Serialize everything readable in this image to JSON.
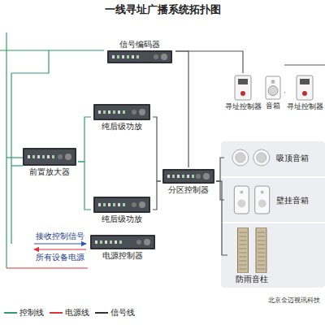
{
  "diagram": {
    "title": "一线寻址广播系统拓扑图",
    "nodes": [
      {
        "text": [
          "信号编码器"
        ]
      },
      {
        "text": [
          "寻址控制器"
        ]
      },
      {
        "text": [
          "音箱"
        ]
      },
      {
        "text": [
          "寻址控制器"
        ]
      },
      {
        "text": [
          "纯后级功放"
        ]
      },
      {
        "text": [
          "前置放大器"
        ]
      },
      {
        "text": [
          "分区控制器"
        ]
      },
      {
        "text": [
          "吸顶音箱"
        ]
      },
      {
        "text": [
          "壁挂音箱"
        ]
      },
      {
        "text": [
          "纯后级功放"
        ]
      },
      {
        "text": [
          "电源控制器"
        ]
      },
      {
        "text": [
          "防雨音柱"
        ]
      }
    ],
    "edges": [
      {
        "from": 0,
        "to": 1,
        "arrow": "none"
      },
      {
        "from": 1,
        "to": 2,
        "arrow": "none"
      },
      {
        "from": 2,
        "to": 3,
        "arrow": "none"
      },
      {
        "from": 0,
        "to": 6,
        "arrow": "none"
      },
      {
        "from": 5,
        "to": 4,
        "arrow": "none"
      },
      {
        "from": 5,
        "to": 9,
        "arrow": "none"
      },
      {
        "from": 4,
        "to": 6,
        "arrow": "none"
      },
      {
        "from": 9,
        "to": 6,
        "arrow": "none"
      },
      {
        "from": 6,
        "to": 7,
        "arrow": "none"
      },
      {
        "from": 6,
        "to": 8,
        "arrow": "none"
      },
      {
        "from": 6,
        "to": 11,
        "arrow": "none"
      }
    ],
    "labels": [
      "接收控制信号",
      "所有设备电源",
      "北京金迈视讯科技"
    ],
    "legend": [
      {
        "text": "控制线"
      },
      {
        "text": "电源线"
      },
      {
        "text": "信号线"
      }
    ]
  }
}
